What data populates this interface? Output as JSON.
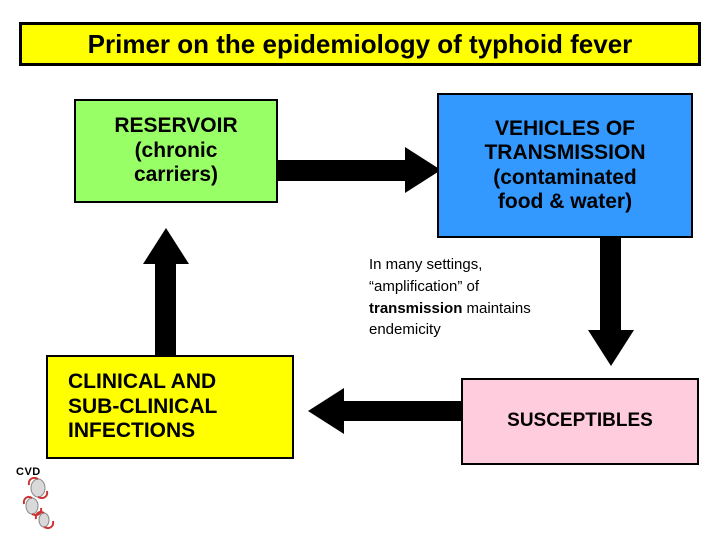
{
  "title": {
    "text": "Primer on the epidemiology of typhoid fever",
    "bg_color": "#ffff00",
    "border_color": "#000000"
  },
  "boxes": {
    "reservoir": {
      "lines": [
        "RESERVOIR",
        "(chronic",
        "carriers)"
      ],
      "color": "#99ff66"
    },
    "vehicles": {
      "lines": [
        "VEHICLES OF",
        "TRANSMISSION",
        "(contaminated",
        "food & water)"
      ],
      "color": "#3399ff"
    },
    "clinical": {
      "lines": [
        "CLINICAL AND",
        "SUB-CLINICAL",
        "INFECTIONS"
      ],
      "color": "#ffff00"
    },
    "susceptibles": {
      "lines": [
        "SUSCEPTIBLES"
      ],
      "color": "#ffccdd"
    }
  },
  "caption": {
    "line1": "In many settings,",
    "line2": "“amplification” of",
    "line3": "transmission",
    "line3_tail": " maintains",
    "line4": "endemicity"
  },
  "logo": {
    "label": "CVD"
  },
  "arrows": {
    "reservoir_to_vehicles": "arrow-right",
    "vehicles_to_susceptibles": "arrow-down",
    "susceptibles_to_clinical": "arrow-left",
    "clinical_to_reservoir": "arrow-up",
    "color": "#000000"
  }
}
